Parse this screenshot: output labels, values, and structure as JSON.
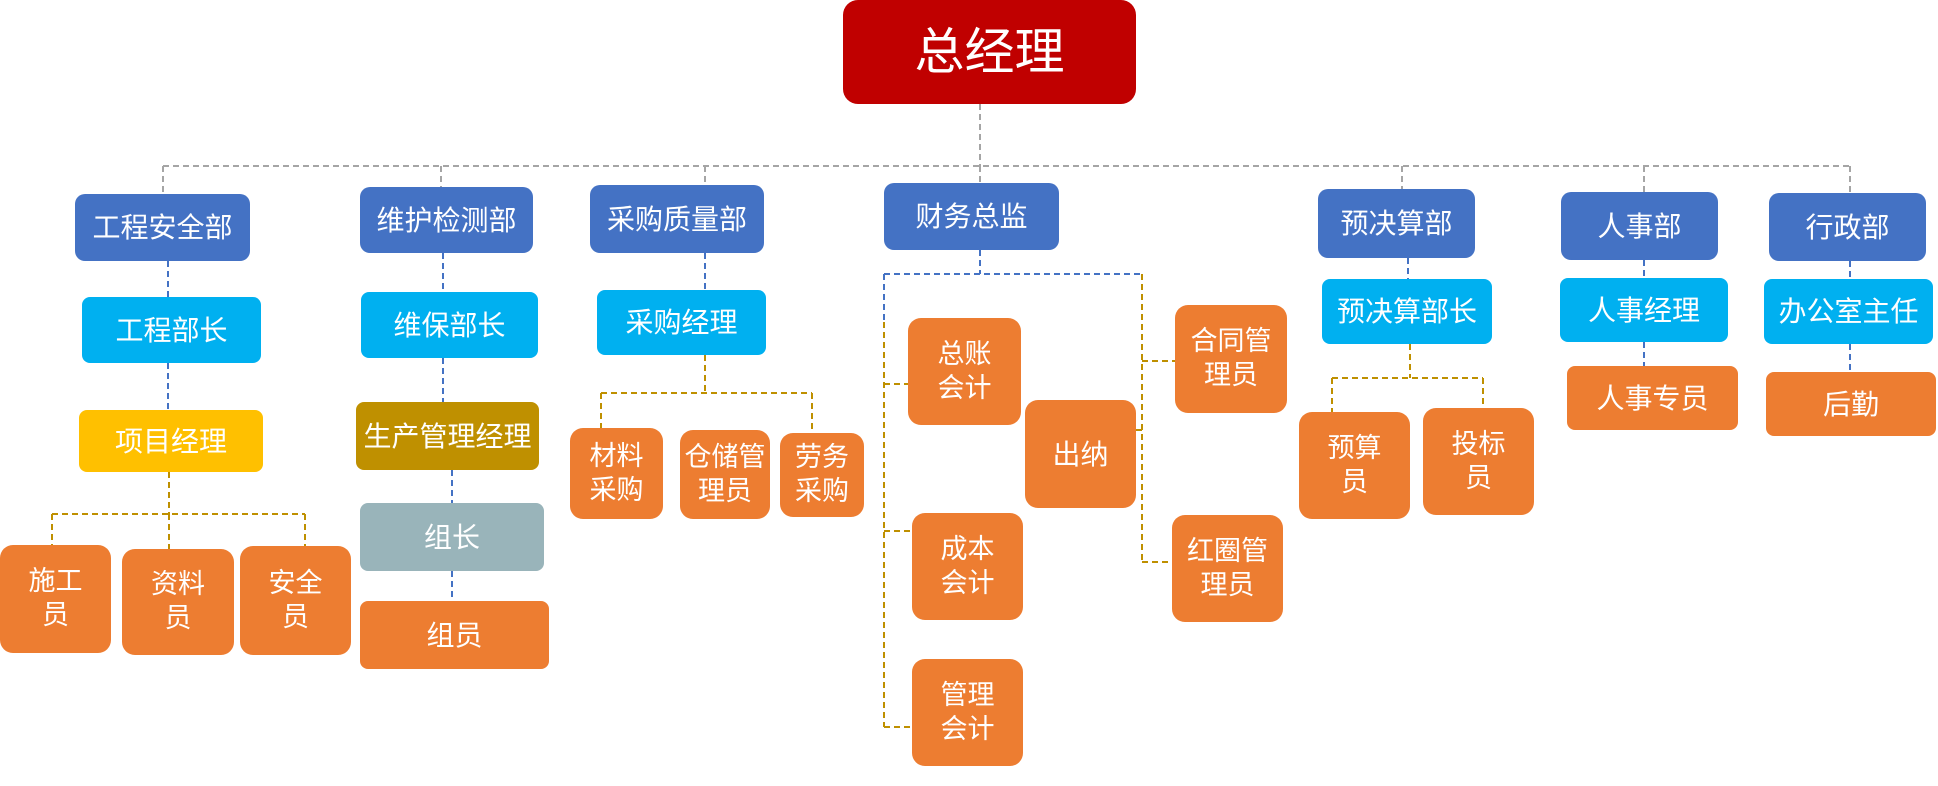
{
  "general_manager": "总经理",
  "engineering_safety": {
    "dept": "工程安全部",
    "head": "工程部长",
    "manager": "项目经理",
    "staff": [
      "施工员",
      "资料员",
      "安全员"
    ]
  },
  "maintenance_inspection": {
    "dept": "维护检测部",
    "head": "维保部长",
    "manager": "生产管理经理",
    "leader": "组长",
    "member": "组员"
  },
  "procurement_quality": {
    "dept": "采购质量部",
    "head": "采购经理",
    "staff": [
      "材料采购",
      "仓储管理员",
      "劳务采购"
    ]
  },
  "finance": {
    "dept": "财务总监",
    "accountants": [
      "总账会计",
      "成本会计",
      "管理会计"
    ],
    "cashier": "出纳",
    "admins": [
      "合同管理员",
      "红圈管理员"
    ]
  },
  "budget": {
    "dept": "预决算部",
    "head": "预决算部长",
    "staff": [
      "预算员",
      "投标员"
    ]
  },
  "hr": {
    "dept": "人事部",
    "head": "人事经理",
    "staff": "人事专员"
  },
  "admin": {
    "dept": "行政部",
    "head": "办公室主任",
    "staff": "后勤"
  },
  "colors": {
    "top": "#C00000",
    "dept": "#4472C4",
    "head": "#00B0F0",
    "pm": "#FFC000",
    "prod": "#BF9000",
    "leader": "#99B4BA",
    "staff": "#ED7D31",
    "gray": "#A5A5A5",
    "blue": "#4472C4",
    "gold": "#BF9000"
  }
}
